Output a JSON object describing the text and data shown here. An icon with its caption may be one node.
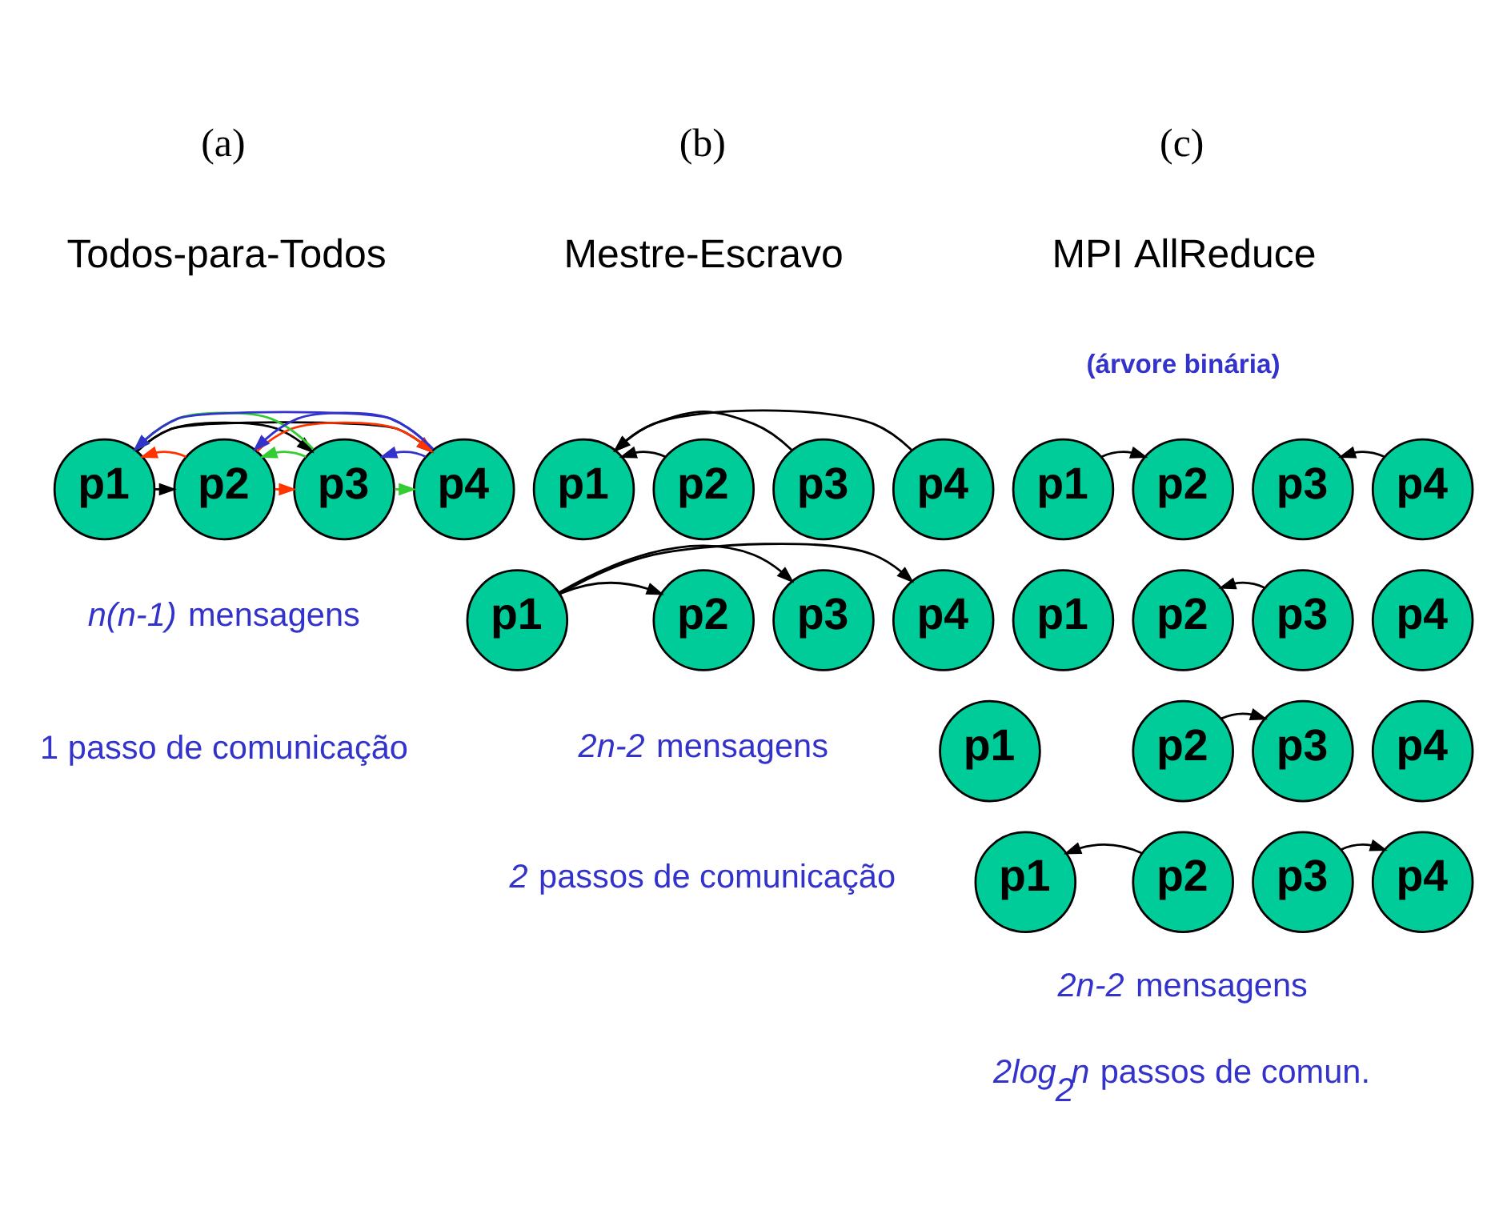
{
  "diagram": {
    "nodes": [
      {
        "text": [
          "p1"
        ]
      },
      {
        "text": [
          "p2"
        ]
      },
      {
        "text": [
          "p3"
        ]
      },
      {
        "text": [
          "p4"
        ]
      },
      {
        "text": [
          "p1"
        ]
      },
      {
        "text": [
          "p2"
        ]
      },
      {
        "text": [
          "p3"
        ]
      },
      {
        "text": [
          "p4"
        ]
      },
      {
        "text": [
          "p1"
        ]
      },
      {
        "text": [
          "p2"
        ]
      },
      {
        "text": [
          "p3"
        ]
      },
      {
        "text": [
          "p4"
        ]
      },
      {
        "text": [
          "p1"
        ]
      },
      {
        "text": [
          "p2"
        ]
      },
      {
        "text": [
          "p3"
        ]
      },
      {
        "text": [
          "p4"
        ]
      },
      {
        "text": [
          "p1"
        ]
      },
      {
        "text": [
          "p2"
        ]
      },
      {
        "text": [
          "p3"
        ]
      },
      {
        "text": [
          "p4"
        ]
      },
      {
        "text": [
          "p1"
        ]
      },
      {
        "text": [
          "p2"
        ]
      },
      {
        "text": [
          "p3"
        ]
      },
      {
        "text": [
          "p4"
        ]
      },
      {
        "text": [
          "p1"
        ]
      },
      {
        "text": [
          "p2"
        ]
      },
      {
        "text": [
          "p3"
        ]
      },
      {
        "text": [
          "p4"
        ]
      }
    ],
    "edges": [
      {
        "from": 0,
        "to": 1,
        "arrow": "to"
      },
      {
        "from": 0,
        "to": 2,
        "arrow": "to"
      },
      {
        "from": 0,
        "to": 3,
        "arrow": "to"
      },
      {
        "from": 1,
        "to": 0,
        "arrow": "to",
        "color": "#ff3300"
      },
      {
        "from": 1,
        "to": 2,
        "arrow": "to",
        "color": "#ff3300"
      },
      {
        "from": 1,
        "to": 3,
        "arrow": "to",
        "color": "#ff3300"
      },
      {
        "from": 2,
        "to": 0,
        "arrow": "to",
        "color": "#33cc33"
      },
      {
        "from": 2,
        "to": 1,
        "arrow": "to",
        "color": "#33cc33"
      },
      {
        "from": 2,
        "to": 3,
        "arrow": "to",
        "color": "#33cc33"
      },
      {
        "from": 3,
        "to": 0,
        "arrow": "to",
        "color": "#3333cc"
      },
      {
        "from": 3,
        "to": 1,
        "arrow": "to",
        "color": "#3333cc"
      },
      {
        "from": 3,
        "to": 2,
        "arrow": "to",
        "color": "#3333cc"
      },
      {
        "from": 5,
        "to": 4,
        "arrow": "to"
      },
      {
        "from": 6,
        "to": 4,
        "arrow": "to"
      },
      {
        "from": 7,
        "to": 4,
        "arrow": "to"
      },
      {
        "from": 8,
        "to": 9,
        "arrow": "to"
      },
      {
        "from": 8,
        "to": 10,
        "arrow": "to"
      },
      {
        "from": 8,
        "to": 11,
        "arrow": "to"
      },
      {
        "from": 12,
        "to": 13,
        "arrow": "to"
      },
      {
        "from": 15,
        "to": 14,
        "arrow": "to"
      },
      {
        "from": 18,
        "to": 17,
        "arrow": "to"
      },
      {
        "from": 21,
        "to": 22,
        "arrow": "to"
      },
      {
        "from": 25,
        "to": 24,
        "arrow": "to"
      },
      {
        "from": 26,
        "to": 27,
        "arrow": "to"
      }
    ],
    "labels": [
      "(a)",
      "(b)",
      "(c)",
      "Todos-para-Todos",
      "Mestre-Escravo",
      "MPI AllReduce",
      "(árvore binária)",
      "*n(n-1)* mensagens",
      "1 passo de comunicação",
      "*2n-2* mensagens",
      "*2* passos de comunicação",
      "*2n-2* mensagens",
      "*2log$_{2}$n* passos de comun."
    ]
  }
}
